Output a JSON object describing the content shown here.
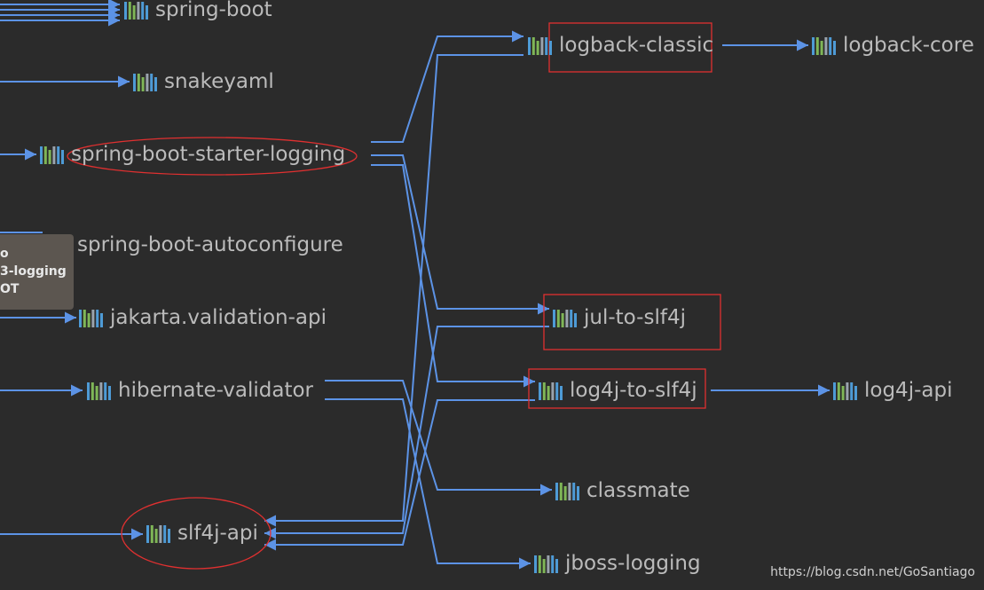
{
  "nodes": {
    "spring_boot": "spring-boot",
    "snakeyaml": "snakeyaml",
    "spring_boot_starter_logging": "spring-boot-starter-logging",
    "spring_boot_autoconfigure": "spring-boot-autoconfigure",
    "jakarta_validation_api": "jakarta.validation-api",
    "hibernate_validator": "hibernate-validator",
    "slf4j_api": "slf4j-api",
    "logback_classic": "logback-classic",
    "logback_core": "logback-core",
    "jul_to_slf4j": "jul-to-slf4j",
    "log4j_to_slf4j": "log4j-to-slf4j",
    "log4j_api": "log4j-api",
    "classmate": "classmate",
    "jboss_logging": "jboss-logging"
  },
  "tooltip": {
    "line1": "o",
    "line2": "3-logging",
    "line3": "OT"
  },
  "watermark": "https://blog.csdn.net/GoSantiago",
  "colors": {
    "background": "#2b2b2b",
    "edge": "#5c93e6",
    "label": "#bbbbbb",
    "highlight": "#e03030",
    "icon_bars": [
      "#4e9bd6",
      "#7fb657",
      "#9aa3ad"
    ]
  },
  "icons": {
    "node": "maven-library-icon"
  }
}
